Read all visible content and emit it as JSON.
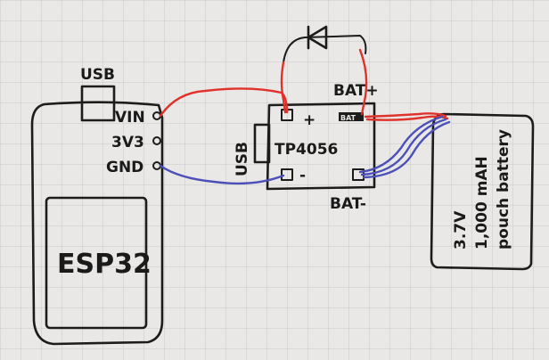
{
  "esp32": {
    "name": "ESP32",
    "usb_label": "USB",
    "pins": [
      "VIN",
      "3V3",
      "GND"
    ]
  },
  "charger": {
    "name": "TP4056",
    "usb_label": "USB",
    "plus_label": "+",
    "minus_label": "-",
    "bat_plus_label": "BAT+",
    "bat_minus_label": "BAT-",
    "pad_text": "BAT"
  },
  "battery": {
    "lines": [
      "3.7V",
      "1,000 mAH",
      "pouch battery"
    ]
  },
  "colors": {
    "ink": "#1c1c1c",
    "positive_wire": "#e0312a",
    "negative_wire": "#4b4fb8",
    "paper": "#e9e8e6",
    "grid": "#c9c9cc"
  }
}
